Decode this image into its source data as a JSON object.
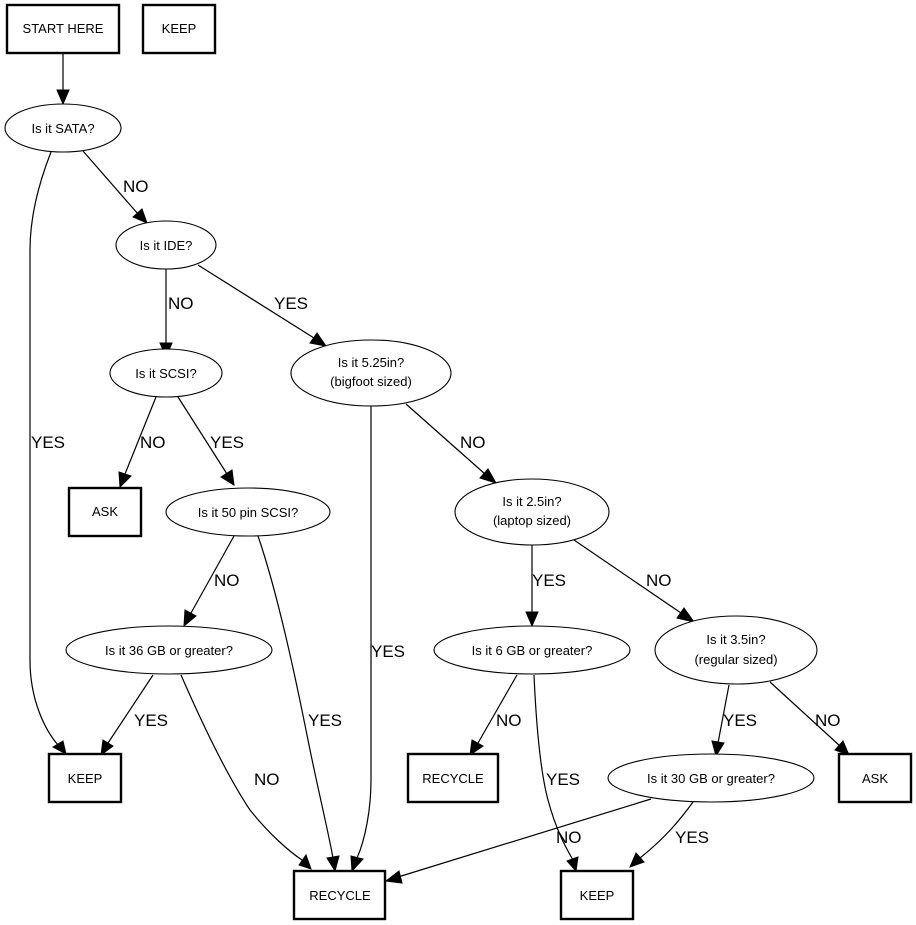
{
  "title": "Hard drive recycling decision flowchart",
  "nodes": {
    "start": {
      "label": "START HERE",
      "shape": "box"
    },
    "keep_legend": {
      "label": "KEEP",
      "shape": "box"
    },
    "sata": {
      "label": "Is it SATA?",
      "shape": "ellipse"
    },
    "ide": {
      "label": "Is it IDE?",
      "shape": "ellipse"
    },
    "scsi": {
      "label": "Is it SCSI?",
      "shape": "ellipse"
    },
    "bigfoot": {
      "label_line1": "Is it 5.25in?",
      "label_line2": "(bigfoot sized)",
      "shape": "ellipse"
    },
    "ask1": {
      "label": "ASK",
      "shape": "box"
    },
    "scsi50": {
      "label": "Is it 50 pin SCSI?",
      "shape": "ellipse"
    },
    "laptop": {
      "label_line1": "Is it 2.5in?",
      "label_line2": "(laptop sized)",
      "shape": "ellipse"
    },
    "gb36": {
      "label": "Is it 36 GB or greater?",
      "shape": "ellipse"
    },
    "gb6": {
      "label": "Is it 6 GB or greater?",
      "shape": "ellipse"
    },
    "regular": {
      "label_line1": "Is it 3.5in?",
      "label_line2": "(regular sized)",
      "shape": "ellipse"
    },
    "keep1": {
      "label": "KEEP",
      "shape": "box"
    },
    "recycle1": {
      "label": "RECYCLE",
      "shape": "box"
    },
    "gb30": {
      "label": "Is it 30 GB or greater?",
      "shape": "ellipse"
    },
    "ask2": {
      "label": "ASK",
      "shape": "box"
    },
    "recycle_main": {
      "label": "RECYCLE",
      "shape": "box"
    },
    "keep2": {
      "label": "KEEP",
      "shape": "box"
    }
  },
  "edges": [
    {
      "from": "start",
      "to": "sata",
      "label": ""
    },
    {
      "from": "sata",
      "to": "keep1",
      "label": "YES"
    },
    {
      "from": "sata",
      "to": "ide",
      "label": "NO"
    },
    {
      "from": "ide",
      "to": "scsi",
      "label": "NO"
    },
    {
      "from": "ide",
      "to": "bigfoot",
      "label": "YES"
    },
    {
      "from": "scsi",
      "to": "ask1",
      "label": "NO"
    },
    {
      "from": "scsi",
      "to": "scsi50",
      "label": "YES"
    },
    {
      "from": "bigfoot",
      "to": "recycle_main",
      "label": "YES"
    },
    {
      "from": "bigfoot",
      "to": "laptop",
      "label": "NO"
    },
    {
      "from": "scsi50",
      "to": "gb36",
      "label": "NO"
    },
    {
      "from": "scsi50",
      "to": "recycle_main",
      "label": "YES"
    },
    {
      "from": "laptop",
      "to": "gb6",
      "label": "YES"
    },
    {
      "from": "laptop",
      "to": "regular",
      "label": "NO"
    },
    {
      "from": "gb36",
      "to": "keep1",
      "label": "YES"
    },
    {
      "from": "gb36",
      "to": "recycle_main",
      "label": "NO"
    },
    {
      "from": "gb6",
      "to": "recycle1",
      "label": "NO"
    },
    {
      "from": "gb6",
      "to": "keep2",
      "label": "YES"
    },
    {
      "from": "regular",
      "to": "gb30",
      "label": "YES"
    },
    {
      "from": "regular",
      "to": "ask2",
      "label": "NO"
    },
    {
      "from": "gb30",
      "to": "recycle_main",
      "label": "NO"
    },
    {
      "from": "gb30",
      "to": "keep2",
      "label": "YES"
    }
  ]
}
